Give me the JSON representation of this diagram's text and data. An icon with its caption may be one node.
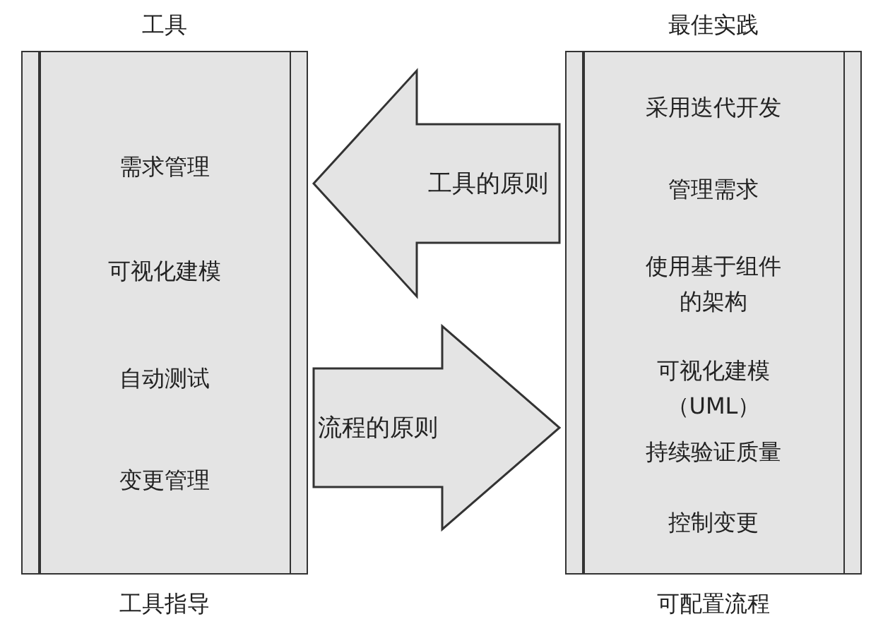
{
  "diagram": {
    "nodes": [
      {
        "text": [
          "工具",
          "需求管理",
          "可视化建模",
          "自动测试",
          "变更管理",
          "工具指导"
        ]
      },
      {
        "text": [
          "最佳实践",
          "采用迭代开发",
          "管理需求",
          "使用基于组件的架构",
          "可视化建模（UML）",
          "持续验证质量",
          "控制变更",
          "可配置流程"
        ]
      }
    ],
    "edges": [
      {
        "from": 1,
        "to": 0,
        "arrow": "to",
        "label": "工具的原则"
      },
      {
        "from": 0,
        "to": 1,
        "arrow": "to",
        "label": "流程的原则"
      }
    ]
  }
}
